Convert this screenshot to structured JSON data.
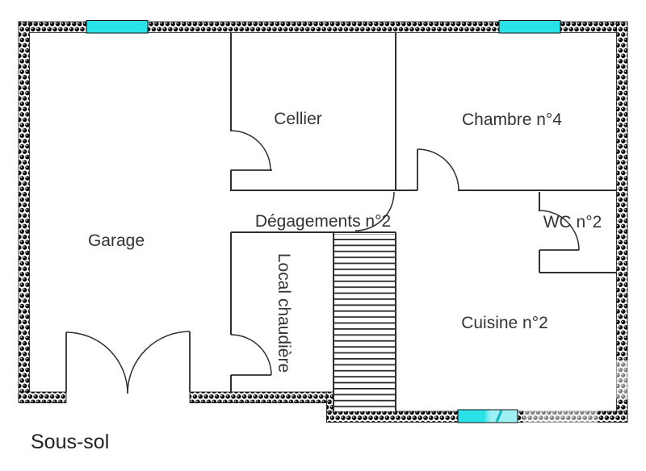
{
  "floor": {
    "label": "Sous-sol"
  },
  "rooms": [
    {
      "label": "Garage"
    },
    {
      "label": "Cellier"
    },
    {
      "label": "Chambre n°4"
    },
    {
      "label": "Dégagements n°2"
    },
    {
      "label": "WC n°2"
    },
    {
      "label": "Cuisine n°2"
    },
    {
      "label": "Local chaudière"
    }
  ],
  "colors": {
    "background": "#ffffff",
    "wall_pattern_ink": "#000000",
    "interior_line": "#2f2f2f",
    "label_ink": "#333333",
    "window_glass": "#29e2e8",
    "window_glass_faded": "#9ff0f4"
  }
}
